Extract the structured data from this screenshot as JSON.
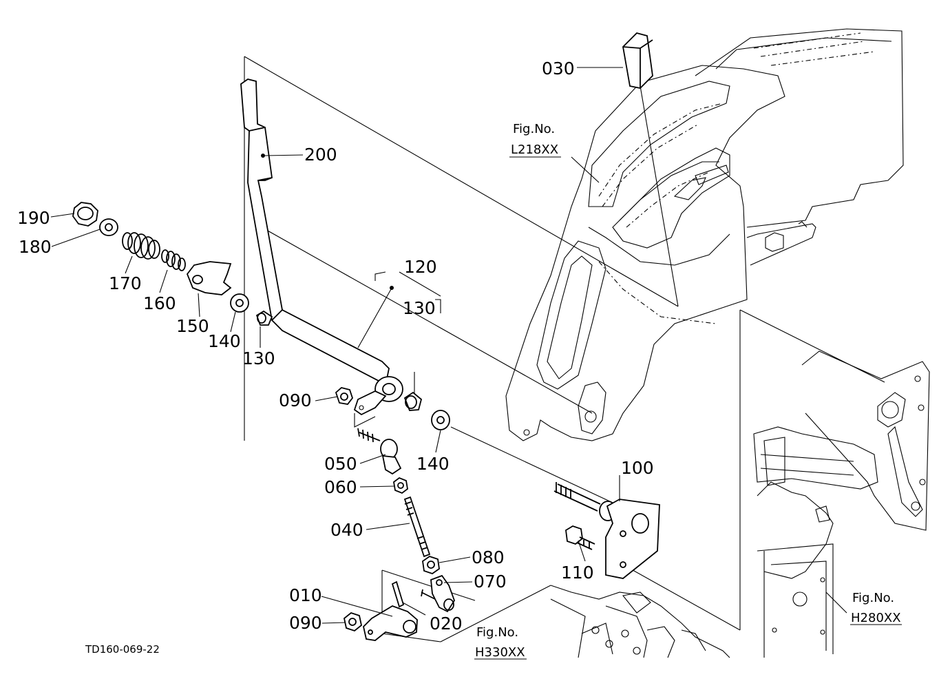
{
  "diagram": {
    "code": "TD160-069-22",
    "parts": [
      "010",
      "020",
      "030",
      "040",
      "050",
      "060",
      "070",
      "080",
      "090",
      "090",
      "100",
      "110",
      "120",
      "130",
      "130",
      "140",
      "140",
      "150",
      "160",
      "170",
      "180",
      "190",
      "200"
    ],
    "references": [
      {
        "line1": "Fig.No.",
        "line2": "L218XX"
      },
      {
        "line1": "Fig.No.",
        "line2": "H280XX"
      },
      {
        "line1": "Fig.No.",
        "line2": "H330XX"
      }
    ]
  }
}
